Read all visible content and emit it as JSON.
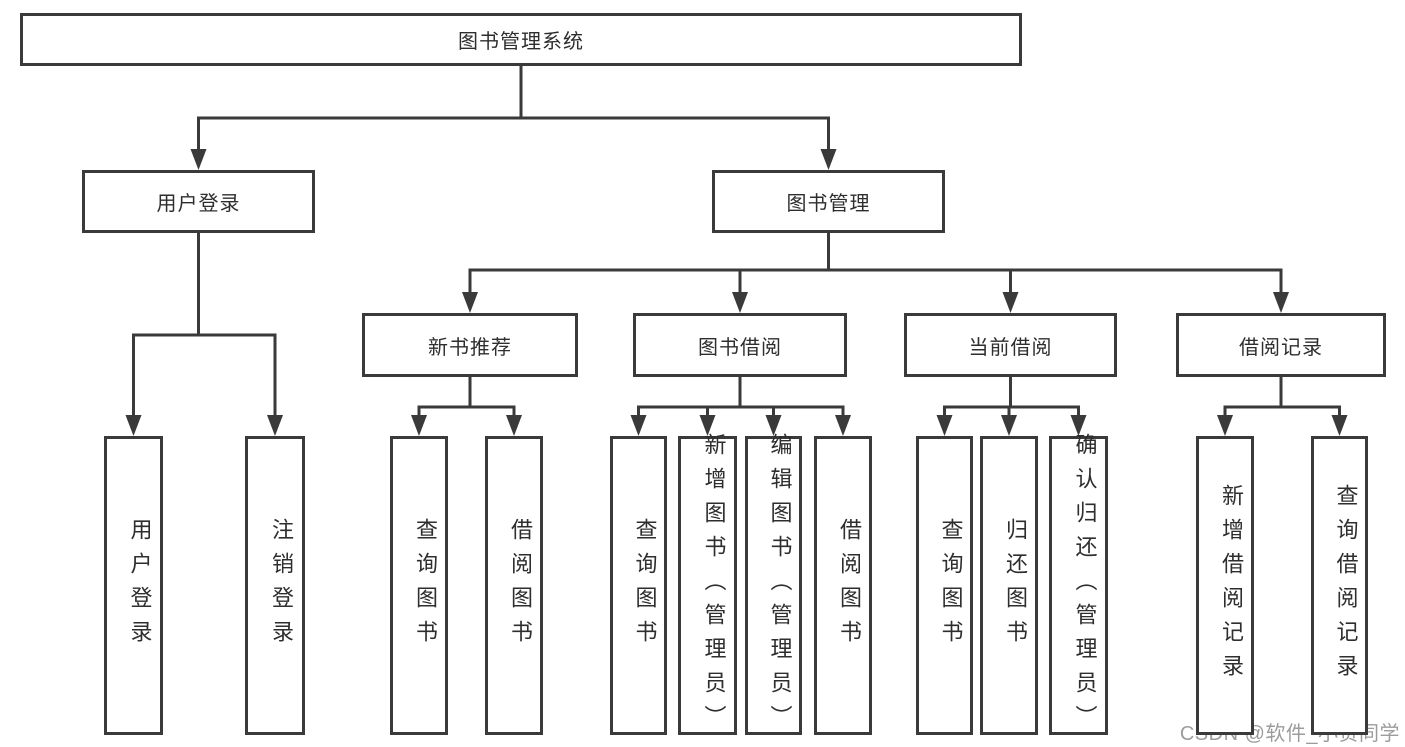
{
  "diagram": {
    "title": "图书管理系统",
    "nodes": [
      {
        "id": "root",
        "label": "图书管理系统"
      },
      {
        "id": "user-login",
        "label": "用户登录"
      },
      {
        "id": "book-management",
        "label": "图书管理"
      },
      {
        "id": "new-book-recommend",
        "label": "新书推荐"
      },
      {
        "id": "book-borrowing",
        "label": "图书借阅"
      },
      {
        "id": "current-borrowing",
        "label": "当前借阅"
      },
      {
        "id": "borrowing-records",
        "label": "借阅记录"
      },
      {
        "id": "leaf-user-login",
        "label": "用户登录"
      },
      {
        "id": "leaf-logout",
        "label": "注销登录"
      },
      {
        "id": "leaf-query-book-a",
        "label": "查询图书"
      },
      {
        "id": "leaf-borrow-book-a",
        "label": "借阅图书"
      },
      {
        "id": "leaf-query-book-b",
        "label": "查询图书"
      },
      {
        "id": "leaf-add-book",
        "label": "新增图书（管理员）"
      },
      {
        "id": "leaf-edit-book",
        "label": "编辑图书（管理员）"
      },
      {
        "id": "leaf-borrow-book-b",
        "label": "借阅图书"
      },
      {
        "id": "leaf-query-book-c",
        "label": "查询图书"
      },
      {
        "id": "leaf-return-book",
        "label": "归还图书"
      },
      {
        "id": "leaf-confirm-return",
        "label": "确认归还（管理员）"
      },
      {
        "id": "leaf-add-borrow-record",
        "label": "新增借阅记录"
      },
      {
        "id": "leaf-query-borrow-record",
        "label": "查询借阅记录"
      }
    ],
    "hierarchy": [
      {
        "parent": "root",
        "children": [
          "user-login",
          "book-management"
        ]
      },
      {
        "parent": "user-login",
        "children": [
          "leaf-user-login",
          "leaf-logout"
        ]
      },
      {
        "parent": "book-management",
        "children": [
          "new-book-recommend",
          "book-borrowing",
          "current-borrowing",
          "borrowing-records"
        ]
      },
      {
        "parent": "new-book-recommend",
        "children": [
          "leaf-query-book-a",
          "leaf-borrow-book-a"
        ]
      },
      {
        "parent": "book-borrowing",
        "children": [
          "leaf-query-book-b",
          "leaf-add-book",
          "leaf-edit-book",
          "leaf-borrow-book-b"
        ]
      },
      {
        "parent": "current-borrowing",
        "children": [
          "leaf-query-book-c",
          "leaf-return-book",
          "leaf-confirm-return"
        ]
      },
      {
        "parent": "borrowing-records",
        "children": [
          "leaf-add-borrow-record",
          "leaf-query-borrow-record"
        ]
      }
    ]
  },
  "watermark": {
    "text": "CSDN @软件_小贺同学"
  },
  "colors": {
    "line": "#3a3a3a",
    "text": "#2e2e2e",
    "watermark": "#9c9c9c",
    "background": "#ffffff"
  }
}
